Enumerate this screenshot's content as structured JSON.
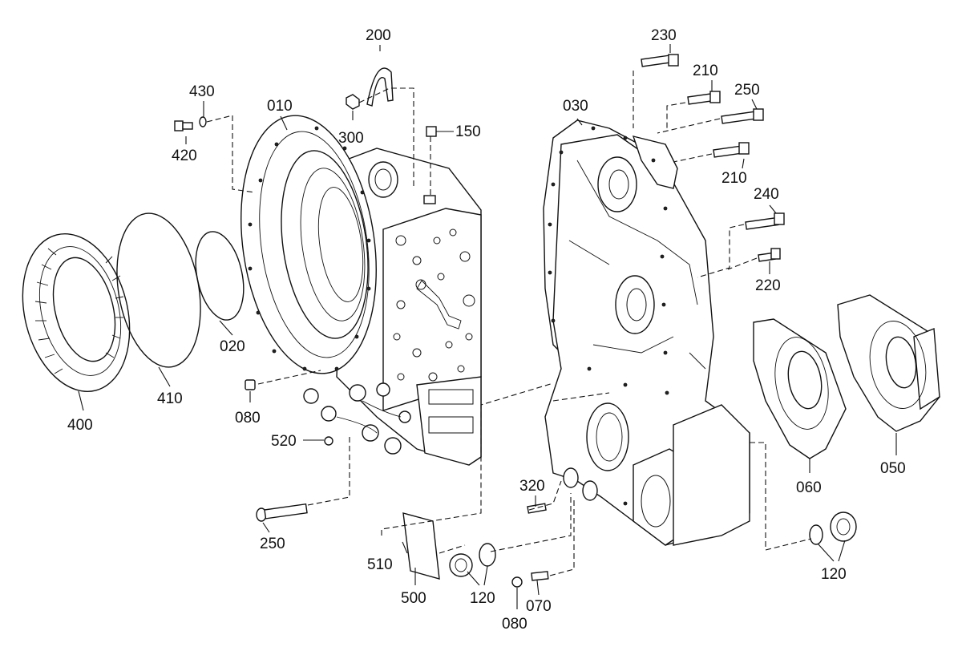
{
  "callouts": {
    "p010": "010",
    "p020": "020",
    "p030": "030",
    "p050": "050",
    "p060": "060",
    "p070": "070",
    "p080a": "080",
    "p080b": "080",
    "p120a": "120",
    "p120b": "120",
    "p150": "150",
    "p200": "200",
    "p210a": "210",
    "p210b": "210",
    "p220": "220",
    "p230": "230",
    "p240": "240",
    "p250a": "250",
    "p250b": "250",
    "p300": "300",
    "p320": "320",
    "p400": "400",
    "p410": "410",
    "p420": "420",
    "p430": "430",
    "p500": "500",
    "p510": "510",
    "p520": "520"
  }
}
